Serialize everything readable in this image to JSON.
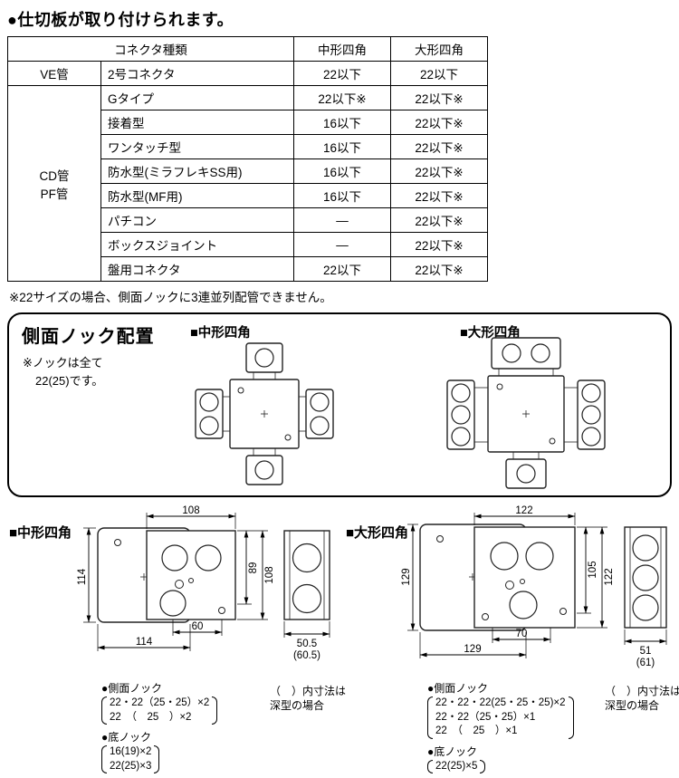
{
  "header": "●仕切板が取り付けられます。",
  "table": {
    "col_connector": "コネクタ種類",
    "col_medium": "中形四角",
    "col_large": "大形四角",
    "pipe_ve": "VE管",
    "pipe_cd": "CD管",
    "pipe_pf": "PF管",
    "rows": [
      {
        "name": "2号コネクタ",
        "medium": "22以下",
        "large": "22以下"
      },
      {
        "name": "Gタイプ",
        "medium": "22以下※",
        "large": "22以下※"
      },
      {
        "name": "接着型",
        "medium": "16以下",
        "large": "22以下※"
      },
      {
        "name": "ワンタッチ型",
        "medium": "16以下",
        "large": "22以下※"
      },
      {
        "name": "防水型(ミラフレキSS用)",
        "medium": "16以下",
        "large": "22以下※"
      },
      {
        "name": "防水型(MF用)",
        "medium": "16以下",
        "large": "22以下※"
      },
      {
        "name": "パチコン",
        "medium": "—",
        "large": "22以下※"
      },
      {
        "name": "ボックスジョイント",
        "medium": "—",
        "large": "22以下※"
      },
      {
        "name": "盤用コネクタ",
        "medium": "22以下",
        "large": "22以下※"
      }
    ],
    "note": "※22サイズの場合、側面ノックに3連並列配管できません。"
  },
  "knock_panel": {
    "title": "側面ノック配置",
    "note_line1": "※ノックは全て",
    "note_line2": "22(25)です。",
    "medium_label": "■中形四角",
    "large_label": "■大形四角"
  },
  "medium": {
    "label": "■中形四角",
    "dim_top": "108",
    "dim_left": "114",
    "dim_right_inner": "89",
    "dim_right_outer": "108",
    "dim_bottom_inner": "60",
    "dim_bottom_outer": "114",
    "side_width": "50.5",
    "side_width_deep": "(60.5)",
    "side_knock_title": "●側面ノック",
    "side_knock_line1": "22・22（25・25）×2",
    "side_knock_line2": "22　（　25　）×2",
    "bottom_knock_title": "●底ノック",
    "bottom_knock_line1": "16(19)×2",
    "bottom_knock_line2": "22(25)×3",
    "deep_note_line1": "（　）内寸法は",
    "deep_note_line2": "深型の場合"
  },
  "large": {
    "label": "■大形四角",
    "dim_top": "122",
    "dim_left": "129",
    "dim_right_inner": "105",
    "dim_right_outer": "122",
    "dim_bottom_inner": "70",
    "dim_bottom_outer": "129",
    "side_width": "51",
    "side_width_deep": "(61)",
    "side_knock_title": "●側面ノック",
    "side_knock_line1": "22・22・22(25・25・25)×2",
    "side_knock_line2": "22・22（25・25）×1",
    "side_knock_line3": "22　（　25　）×1",
    "bottom_knock_title": "●底ノック",
    "bottom_knock_line1": "22(25)×5",
    "deep_note_line1": "（　）内寸法は",
    "deep_note_line2": "深型の場合"
  }
}
